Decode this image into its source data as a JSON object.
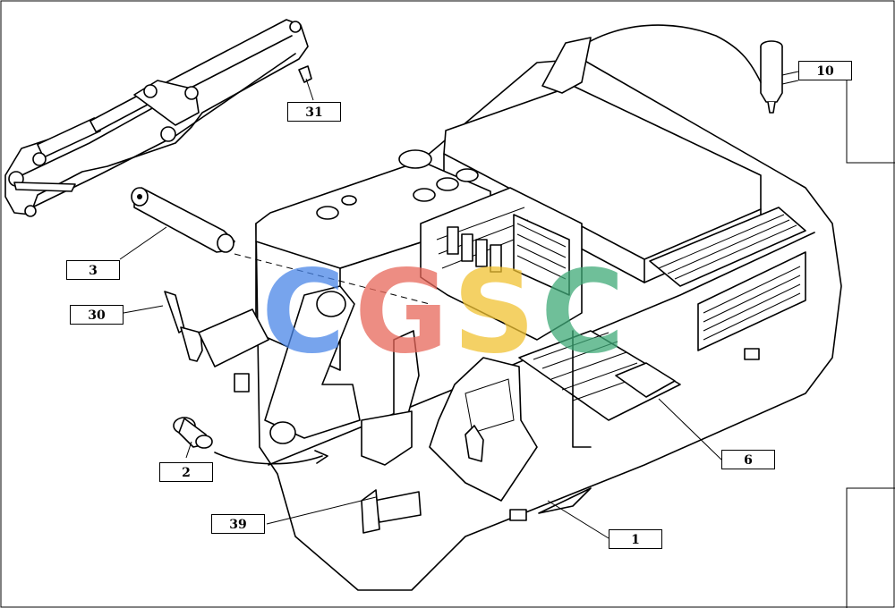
{
  "figure": {
    "callouts": [
      {
        "id": "callout-31",
        "label": "31"
      },
      {
        "id": "callout-10",
        "label": "10"
      },
      {
        "id": "callout-3",
        "label": "3"
      },
      {
        "id": "callout-30",
        "label": "30"
      },
      {
        "id": "callout-2",
        "label": "2"
      },
      {
        "id": "callout-6",
        "label": "6"
      },
      {
        "id": "callout-39",
        "label": "39"
      },
      {
        "id": "callout-1",
        "label": "1"
      }
    ],
    "watermark": {
      "letters": [
        "C",
        "G",
        "S",
        "C"
      ],
      "colors": [
        "#4a86e8",
        "#e8675a",
        "#f1c232",
        "#3faa78"
      ]
    }
  }
}
